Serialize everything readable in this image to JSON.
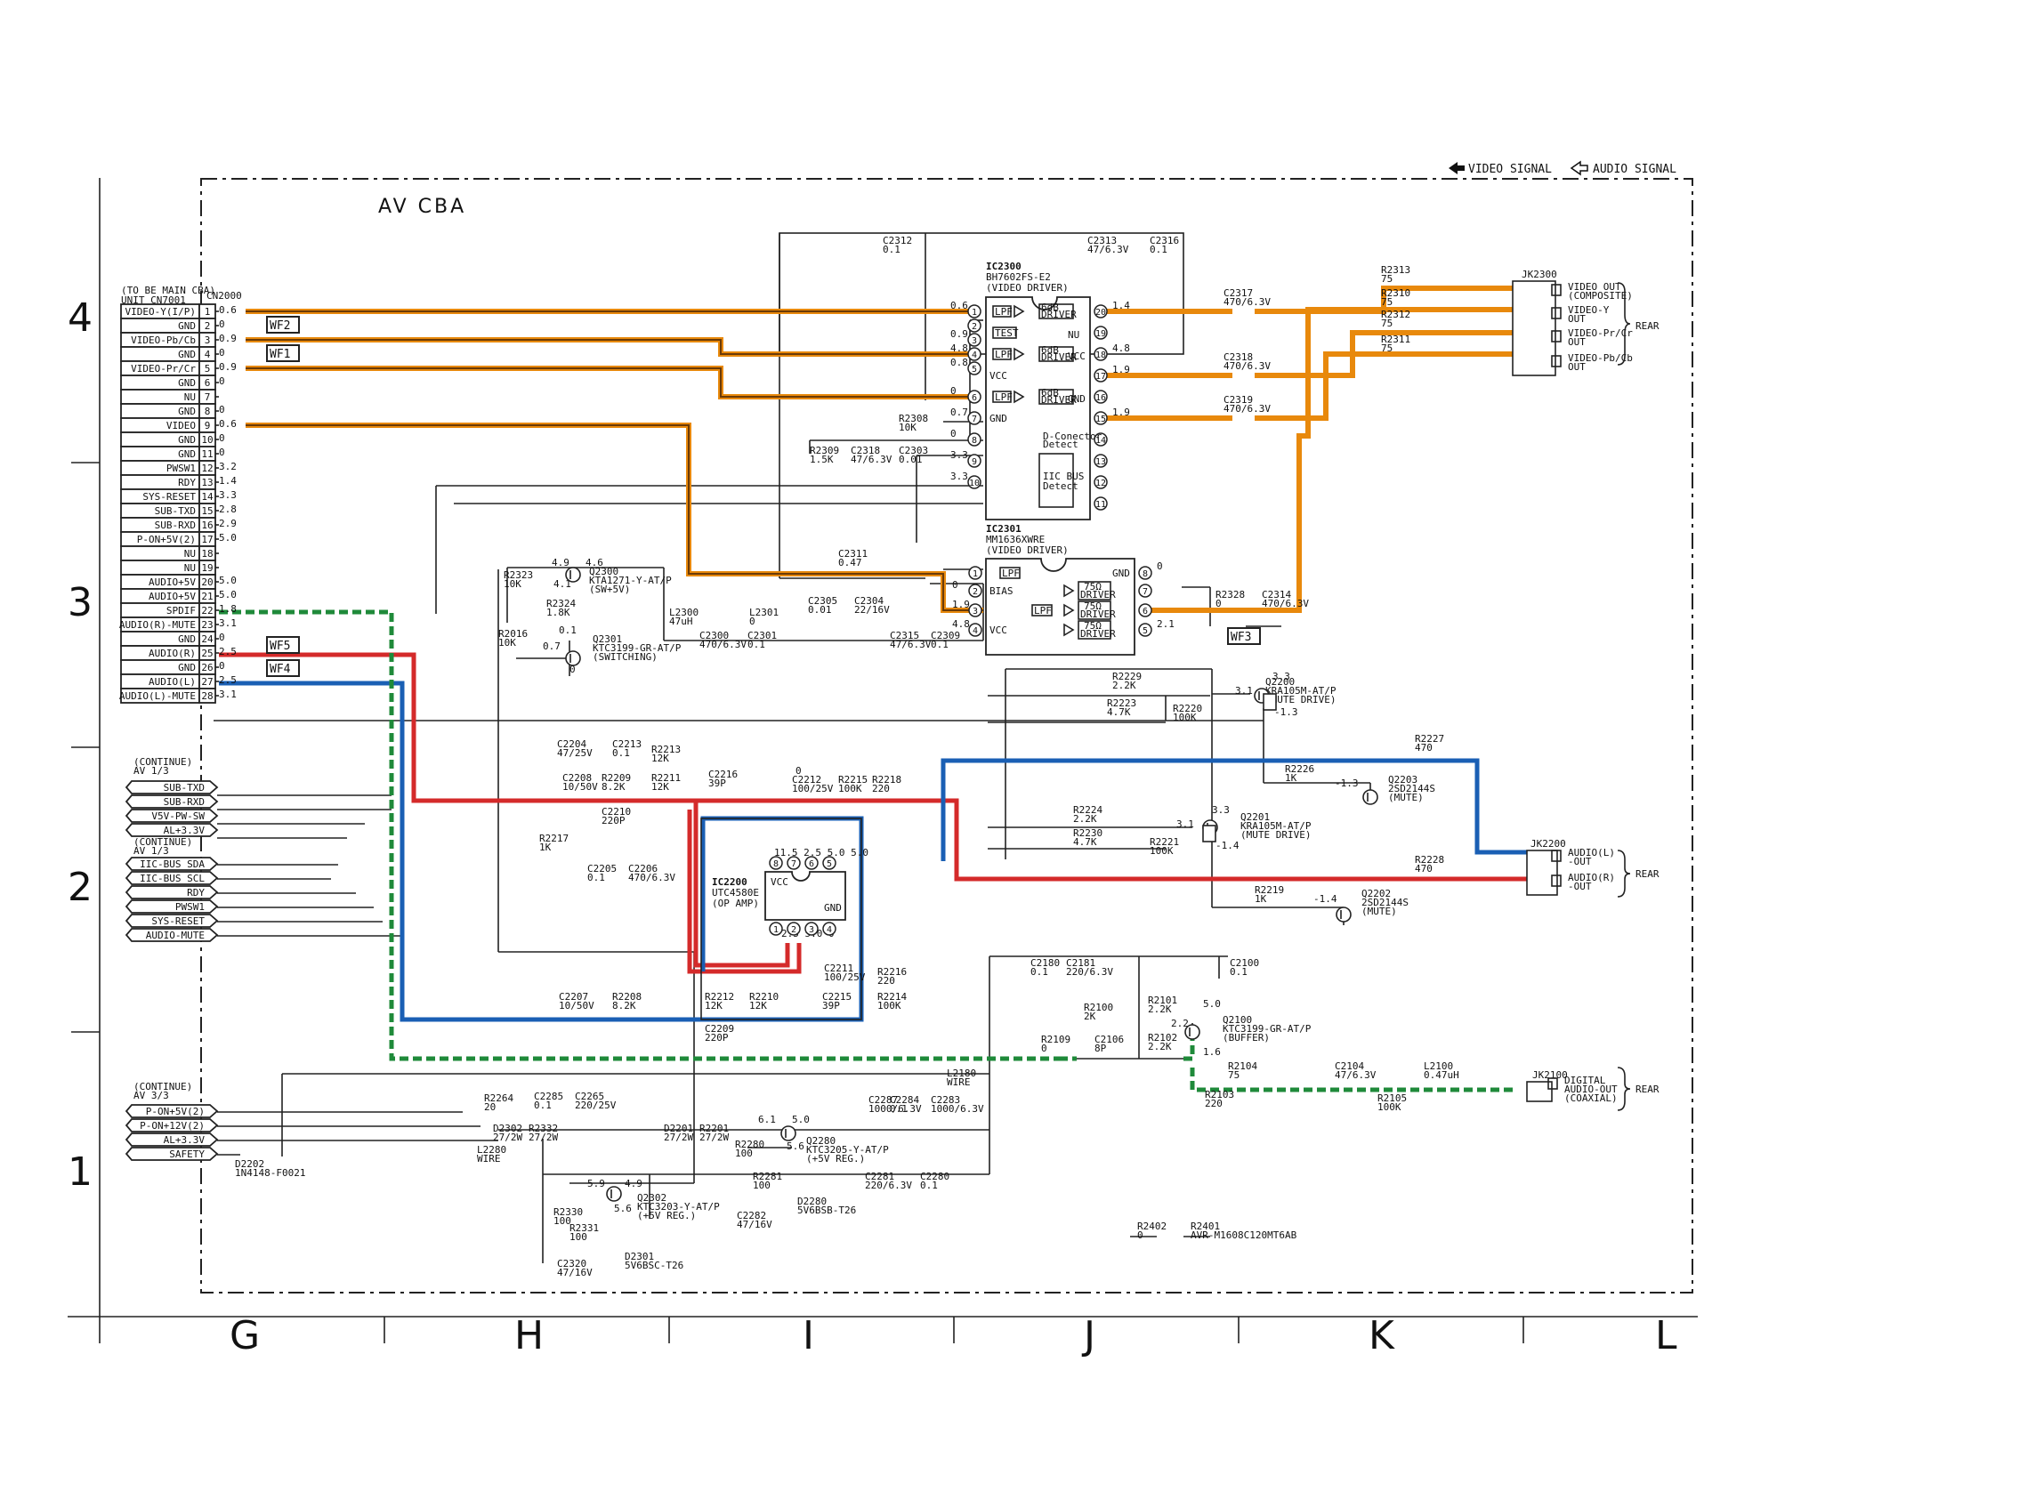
{
  "legend": {
    "video": "VIDEO SIGNAL",
    "audio": "AUDIO SIGNAL"
  },
  "title": "AV CBA",
  "row_labels": [
    "4",
    "3",
    "2",
    "1"
  ],
  "col_labels": [
    "G",
    "H",
    "I",
    "J",
    "K",
    "L"
  ],
  "cn2000": {
    "ref": "CN2000",
    "note1": "(TO BE MAIN CBA)",
    "note2": "UNIT CN7001",
    "pins": [
      {
        "n": "1",
        "name": "VIDEO-Y(I/P)",
        "v": "0.6"
      },
      {
        "n": "2",
        "name": "GND",
        "v": "0"
      },
      {
        "n": "3",
        "name": "VIDEO-Pb/Cb",
        "v": "0.9"
      },
      {
        "n": "4",
        "name": "GND",
        "v": "0"
      },
      {
        "n": "5",
        "name": "VIDEO-Pr/Cr",
        "v": "0.9"
      },
      {
        "n": "6",
        "name": "GND",
        "v": "0"
      },
      {
        "n": "7",
        "name": "NU",
        "v": ""
      },
      {
        "n": "8",
        "name": "GND",
        "v": "0"
      },
      {
        "n": "9",
        "name": "VIDEO",
        "v": "0.6"
      },
      {
        "n": "10",
        "name": "GND",
        "v": "0"
      },
      {
        "n": "11",
        "name": "GND",
        "v": "0"
      },
      {
        "n": "12",
        "name": "PWSW1",
        "v": "3.2"
      },
      {
        "n": "13",
        "name": "RDY",
        "v": "1.4"
      },
      {
        "n": "14",
        "name": "SYS-RESET",
        "v": "3.3"
      },
      {
        "n": "15",
        "name": "SUB-TXD",
        "v": "2.8"
      },
      {
        "n": "16",
        "name": "SUB-RXD",
        "v": "2.9"
      },
      {
        "n": "17",
        "name": "P-ON+5V(2)",
        "v": "5.0"
      },
      {
        "n": "18",
        "name": "NU",
        "v": ""
      },
      {
        "n": "19",
        "name": "NU",
        "v": ""
      },
      {
        "n": "20",
        "name": "AUDIO+5V",
        "v": "5.0"
      },
      {
        "n": "21",
        "name": "AUDIO+5V",
        "v": "5.0"
      },
      {
        "n": "22",
        "name": "SPDIF",
        "v": "1.8"
      },
      {
        "n": "23",
        "name": "AUDIO(R)-MUTE",
        "v": "3.1"
      },
      {
        "n": "24",
        "name": "GND",
        "v": "0"
      },
      {
        "n": "25",
        "name": "AUDIO(R)",
        "v": "2.5"
      },
      {
        "n": "26",
        "name": "GND",
        "v": "0"
      },
      {
        "n": "27",
        "name": "AUDIO(L)",
        "v": "2.5"
      },
      {
        "n": "28",
        "name": "AUDIO(L)-MUTE",
        "v": "3.1"
      }
    ]
  },
  "wf": [
    "WF2",
    "WF1",
    "WF5",
    "WF4",
    "WF3"
  ],
  "cont1": {
    "note1": "(CONTINUE)",
    "note2": "AV 1/3",
    "sigs": [
      "SUB-TXD",
      "SUB-RXD",
      "V5V-PW-SW",
      "AL+3.3V"
    ]
  },
  "cont2": {
    "note1": "(CONTINUE)",
    "note2": "AV 1/3",
    "sigs": [
      "IIC-BUS SDA",
      "IIC-BUS SCL",
      "RDY",
      "PWSW1",
      "SYS-RESET",
      "AUDIO-MUTE"
    ]
  },
  "cont3": {
    "note1": "(CONTINUE)",
    "note2": "AV 3/3",
    "sigs": [
      "P-ON+5V(2)",
      "P-ON+12V(2)",
      "AL+3.3V",
      "SAFETY"
    ]
  },
  "ic2300": {
    "ref": "IC2300",
    "part": "BH7602FS-E2",
    "desc": "(VIDEO DRIVER)",
    "lpf": "LPF",
    "drv1": "6dB",
    "drv2": "DRIVER",
    "test": "TEST",
    "vcc": "VCC",
    "gnd": "GND",
    "nu": "NU",
    "dcon1": "D-Conector",
    "dcon2": "Detect",
    "iic1": "IIC BUS",
    "iic2": "Detect",
    "v1": "0.6",
    "v3": "0.9",
    "v4": "4.8",
    "v5": "0.8",
    "v6": "0",
    "v7": "0.7",
    "v8": "0",
    "v9": "3.3",
    "v10": "3.3",
    "v20": "1.4",
    "v18": "4.8",
    "v17": "1.9",
    "v15": "1.9"
  },
  "ic2301": {
    "ref": "IC2301",
    "part": "MM1636XWRE",
    "desc": "(VIDEO DRIVER)",
    "lpf": "LPF",
    "bias": "BIAS",
    "vcc": "VCC",
    "gnd": "GND",
    "drv1": "75Ω",
    "drv2": "DRIVER",
    "v2": "0",
    "v3": "1.9",
    "v4": "4.8",
    "v6": "0",
    "v5": "2.1"
  },
  "ic2200": {
    "ref": "IC2200",
    "part": "UTC4580E",
    "desc": "(OP AMP)",
    "vcc": "VCC",
    "gnd": "GND",
    "vtop": "11.5 2.5 5.0 5.0",
    "vbot": "2.5 5.0 0"
  },
  "jk2300": {
    "ref": "JK2300",
    "rear": "REAR",
    "outs": [
      [
        "VIDEO OUT",
        "(COMPOSITE)"
      ],
      [
        "VIDEO-Y",
        "OUT"
      ],
      [
        "VIDEO-Pr/Cr",
        "OUT"
      ],
      [
        "VIDEO-Pb/Cb",
        "OUT"
      ]
    ]
  },
  "jk2200": {
    "ref": "JK2200",
    "rear": "REAR",
    "outs": [
      [
        "AUDIO(L)",
        "-OUT"
      ],
      [
        "AUDIO(R)",
        "-OUT"
      ]
    ]
  },
  "jk2100": {
    "ref": "JK2100",
    "rear": "REAR",
    "outs": [
      [
        "DIGITAL",
        "AUDIO-OUT",
        "(COAXIAL)"
      ]
    ]
  },
  "parts": [
    {
      "id": "c2312",
      "a": "C2312",
      "b": "0.1"
    },
    {
      "id": "c2313",
      "a": "C2313",
      "b": "47/6.3V"
    },
    {
      "id": "c2316",
      "a": "C2316",
      "b": "0.1"
    },
    {
      "id": "c2317",
      "a": "C2317",
      "b": "470/6.3V"
    },
    {
      "id": "c2318",
      "a": "C2318",
      "b": "470/6.3V"
    },
    {
      "id": "c2319",
      "a": "C2319",
      "b": "470/6.3V"
    },
    {
      "id": "r2313",
      "a": "R2313",
      "b": "75"
    },
    {
      "id": "r2310",
      "a": "R2310",
      "b": "75"
    },
    {
      "id": "r2312",
      "a": "R2312",
      "b": "75"
    },
    {
      "id": "r2311",
      "a": "R2311",
      "b": "75"
    },
    {
      "id": "r2308",
      "a": "R2308",
      "b": "10K"
    },
    {
      "id": "r2309",
      "a": "R2309",
      "b": "1.5K"
    },
    {
      "id": "c2318b",
      "a": "C2318",
      "b": "47/6.3V"
    },
    {
      "id": "c2303",
      "a": "C2303",
      "b": "0.01"
    },
    {
      "id": "c2311",
      "a": "C2311",
      "b": "0.47"
    },
    {
      "id": "c2305",
      "a": "C2305",
      "b": "0.01"
    },
    {
      "id": "c2304",
      "a": "C2304",
      "b": "22/16V"
    },
    {
      "id": "l2300",
      "a": "L2300",
      "b": "47uH"
    },
    {
      "id": "l2301",
      "a": "L2301",
      "b": "0"
    },
    {
      "id": "c2300",
      "a": "C2300",
      "b": "470/6.3V"
    },
    {
      "id": "c2301",
      "a": "C2301",
      "b": "0.1"
    },
    {
      "id": "c2315",
      "a": "C2315",
      "b": "47/6.3V"
    },
    {
      "id": "c2309",
      "a": "C2309",
      "b": "0.1"
    },
    {
      "id": "r2328",
      "a": "R2328",
      "b": "0"
    },
    {
      "id": "c2314",
      "a": "C2314",
      "b": "470/6.3V"
    },
    {
      "id": "r2323",
      "a": "R2323",
      "b": "10K"
    },
    {
      "id": "r2324",
      "a": "R2324",
      "b": "1.8K"
    },
    {
      "id": "q2300",
      "a": "Q2300",
      "b": "KTA1271-Y-AT/P",
      "c": "(SW+5V)"
    },
    {
      "id": "r2016",
      "a": "R2016",
      "b": "10K"
    },
    {
      "id": "q2301",
      "a": "Q2301",
      "b": "KTC3199-GR-AT/P",
      "c": "(SWITCHING)"
    },
    {
      "id": "r2229",
      "a": "R2229",
      "b": "2.2K"
    },
    {
      "id": "r2223",
      "a": "R2223",
      "b": "4.7K"
    },
    {
      "id": "r2220",
      "a": "R2220",
      "b": "100K"
    },
    {
      "id": "q2200",
      "a": "Q2200",
      "b": "KRA105M-AT/P",
      "c": "(MUTE DRIVE)"
    },
    {
      "id": "r2227",
      "a": "R2227",
      "b": "470"
    },
    {
      "id": "r2226",
      "a": "R2226",
      "b": "1K"
    },
    {
      "id": "q2203",
      "a": "Q2203",
      "b": "2SD2144S",
      "c": "(MUTE)"
    },
    {
      "id": "r2224",
      "a": "R2224",
      "b": "2.2K"
    },
    {
      "id": "r2230",
      "a": "R2230",
      "b": "4.7K"
    },
    {
      "id": "r2221",
      "a": "R2221",
      "b": "100K"
    },
    {
      "id": "q2201",
      "a": "Q2201",
      "b": "KRA105M-AT/P",
      "c": "(MUTE DRIVE)"
    },
    {
      "id": "r2228",
      "a": "R2228",
      "b": "470"
    },
    {
      "id": "r2219",
      "a": "R2219",
      "b": "1K"
    },
    {
      "id": "q2202",
      "a": "Q2202",
      "b": "2SD2144S",
      "c": "(MUTE)"
    },
    {
      "id": "c2204",
      "a": "C2204",
      "b": "47/25V"
    },
    {
      "id": "c2213",
      "a": "C2213",
      "b": "0.1"
    },
    {
      "id": "r2213",
      "a": "R2213",
      "b": "12K"
    },
    {
      "id": "c2208",
      "a": "C2208",
      "b": "10/50V"
    },
    {
      "id": "r2209",
      "a": "R2209",
      "b": "8.2K"
    },
    {
      "id": "r2211",
      "a": "R2211",
      "b": "12K"
    },
    {
      "id": "c2216",
      "a": "C2216",
      "b": "39P"
    },
    {
      "id": "c2212",
      "a": "C2212",
      "b": "100/25V"
    },
    {
      "id": "r2215",
      "a": "R2215",
      "b": "100K"
    },
    {
      "id": "r2218",
      "a": "R2218",
      "b": "220"
    },
    {
      "id": "c2210",
      "a": "C2210",
      "b": "220P"
    },
    {
      "id": "r2217",
      "a": "R2217",
      "b": "1K"
    },
    {
      "id": "c2205",
      "a": "C2205",
      "b": "0.1"
    },
    {
      "id": "c2206",
      "a": "C2206",
      "b": "470/6.3V"
    },
    {
      "id": "c2207",
      "a": "C2207",
      "b": "10/50V"
    },
    {
      "id": "r2208",
      "a": "R2208",
      "b": "8.2K"
    },
    {
      "id": "r2212",
      "a": "R2212",
      "b": "12K"
    },
    {
      "id": "r2210",
      "a": "R2210",
      "b": "12K"
    },
    {
      "id": "c2209",
      "a": "C2209",
      "b": "220P"
    },
    {
      "id": "c2211",
      "a": "C2211",
      "b": "100/25V"
    },
    {
      "id": "c2215",
      "a": "C2215",
      "b": "39P"
    },
    {
      "id": "r2216",
      "a": "R2216",
      "b": "220"
    },
    {
      "id": "r2214",
      "a": "R2214",
      "b": "100K"
    },
    {
      "id": "c2180",
      "a": "C2180",
      "b": "0.1"
    },
    {
      "id": "c2181",
      "a": "C2181",
      "b": "220/6.3V"
    },
    {
      "id": "c2100",
      "a": "C2100",
      "b": "0.1"
    },
    {
      "id": "r2100",
      "a": "R2100",
      "b": "2K"
    },
    {
      "id": "r2101",
      "a": "R2101",
      "b": "2.2K"
    },
    {
      "id": "r2102",
      "a": "R2102",
      "b": "2.2K"
    },
    {
      "id": "c2106",
      "a": "C2106",
      "b": "8P"
    },
    {
      "id": "r2109",
      "a": "R2109",
      "b": "0"
    },
    {
      "id": "q2100",
      "a": "Q2100",
      "b": "KTC3199-GR-AT/P",
      "c": "(BUFFER)"
    },
    {
      "id": "r2104",
      "a": "R2104",
      "b": "75"
    },
    {
      "id": "c2104",
      "a": "C2104",
      "b": "47/6.3V"
    },
    {
      "id": "l2100",
      "a": "L2100",
      "b": "0.47uH"
    },
    {
      "id": "r2105",
      "a": "R2105",
      "b": "100K"
    },
    {
      "id": "r2103",
      "a": "R2103",
      "b": "220"
    },
    {
      "id": "l2180",
      "a": "L2180",
      "b": "WIRE"
    },
    {
      "id": "r2264",
      "a": "R2264",
      "b": "20"
    },
    {
      "id": "c2285",
      "a": "C2285",
      "b": "0.1"
    },
    {
      "id": "c2265",
      "a": "C2265",
      "b": "220/25V"
    },
    {
      "id": "c2287",
      "a": "C2287",
      "b": "1000/6.3V"
    },
    {
      "id": "c2284",
      "a": "C2284",
      "b": "0.1"
    },
    {
      "id": "c2283",
      "a": "C2283",
      "b": "1000/6.3V"
    },
    {
      "id": "d2302",
      "a": "D2302",
      "b": "27/2W"
    },
    {
      "id": "r2332",
      "a": "R2332",
      "b": "27/2W"
    },
    {
      "id": "d2201",
      "a": "D2201",
      "b": "27/2W"
    },
    {
      "id": "r2201",
      "a": "R2201",
      "b": "27/2W"
    },
    {
      "id": "r2280",
      "a": "R2280",
      "b": "100"
    },
    {
      "id": "q2280",
      "a": "Q2280",
      "b": "KTC3205-Y-AT/P",
      "c": "(+5V REG.)"
    },
    {
      "id": "l2280",
      "a": "L2280",
      "b": "WIRE"
    },
    {
      "id": "d2202",
      "a": "D2202",
      "b": "1N4148-F0021"
    },
    {
      "id": "r2281",
      "a": "R2281",
      "b": "100"
    },
    {
      "id": "c2282",
      "a": "C2282",
      "b": "47/16V"
    },
    {
      "id": "d2280",
      "a": "D2280",
      "b": "5V6BSB-T26"
    },
    {
      "id": "c2281",
      "a": "C2281",
      "b": "220/6.3V"
    },
    {
      "id": "c2280",
      "a": "C2280",
      "b": "0.1"
    },
    {
      "id": "q2302",
      "a": "Q2302",
      "b": "KTC3203-Y-AT/P",
      "c": "(+5V REG.)"
    },
    {
      "id": "r2330",
      "a": "R2330",
      "b": "100"
    },
    {
      "id": "r2331",
      "a": "R2331",
      "b": "100"
    },
    {
      "id": "d2301",
      "a": "D2301",
      "b": "5V6BSC-T26"
    },
    {
      "id": "c2320",
      "a": "C2320",
      "b": "47/16V"
    },
    {
      "id": "r2402",
      "a": "R2402",
      "b": "0"
    },
    {
      "id": "r2401",
      "a": "R2401",
      "b": "AVR-M1608C120MT6AB"
    }
  ],
  "volts": {
    "q2300a": "4.9",
    "q2300b": "4.6",
    "q2300c": "4.1",
    "q2301a": "0.1",
    "q2301b": "0.7",
    "q2301c": "0",
    "q2200a": "3.3",
    "q2200b": "3.1",
    "q2200c": "-1.3",
    "q2203": "-1.3",
    "q2201a": "3.3",
    "q2201b": "3.1",
    "q2201c": "-1.4",
    "q2202": "-1.4",
    "q2100a": "5.0",
    "q2100b": "2.2",
    "q2100c": "1.6",
    "q2280a": "6.1",
    "q2280b": "5.0",
    "q2280c": "5.6",
    "q2302a": "5.9",
    "q2302b": "4.9",
    "q2302c": "5.6",
    "c2212": "0"
  }
}
